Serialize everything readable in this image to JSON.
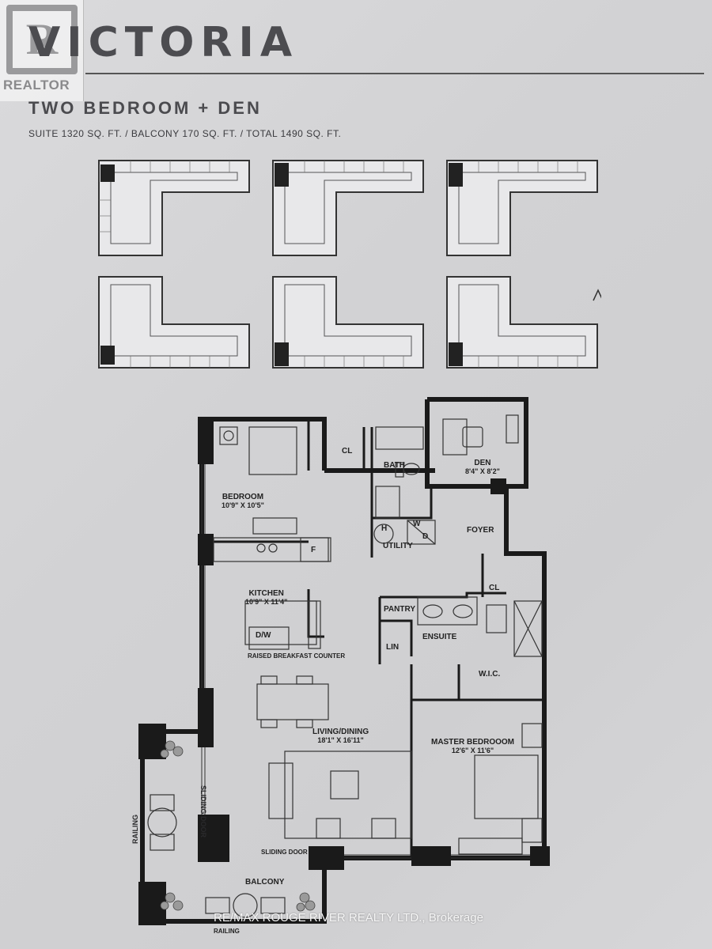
{
  "logo": {
    "text": "REALTOR",
    "mark": "R"
  },
  "header": {
    "title": "VICTORIA",
    "subtitle": "TWO BEDROOM + DEN",
    "areas": "SUITE 1320 SQ. FT. / BALCONY 170 SQ. FT. / TOTAL 1490 SQ. FT."
  },
  "plan": {
    "bedroom": {
      "name": "BEDROOM",
      "size": "10'9\" X 10'5\""
    },
    "den": {
      "name": "DEN",
      "size": "8'4\" X 8'2\""
    },
    "bath": "BATH",
    "cl1": "CL",
    "cl2": "CL",
    "foyer": "FOYER",
    "utility": "UTILITY",
    "utility_h": "H",
    "utility_w": "W",
    "utility_d": "D",
    "kitchen": {
      "name": "KITCHEN",
      "size": "10'9\" X 11'4\""
    },
    "fridge": "F",
    "pantry": "PANTRY",
    "lin": "LIN",
    "ensuite": "ENSUITE",
    "dw": "D/W",
    "counter": "RAISED BREAKFAST COUNTER",
    "wic": "W.I.C.",
    "living": {
      "name": "LIVING/DINING",
      "size": "18'1\" X 16'11\""
    },
    "master": {
      "name": "MASTER BEDROOOM",
      "size": "12'6\" X 11'6\""
    },
    "sliding_door_v": "SLIDING DOOR",
    "sliding_door_h": "SLIDING DOOR",
    "railing_v": "RAILING",
    "railing_h": "RAILING",
    "balcony": "BALCONY"
  },
  "watermark": "RE/MAX ROUGE RIVER REALTY LTD., Brokerage"
}
